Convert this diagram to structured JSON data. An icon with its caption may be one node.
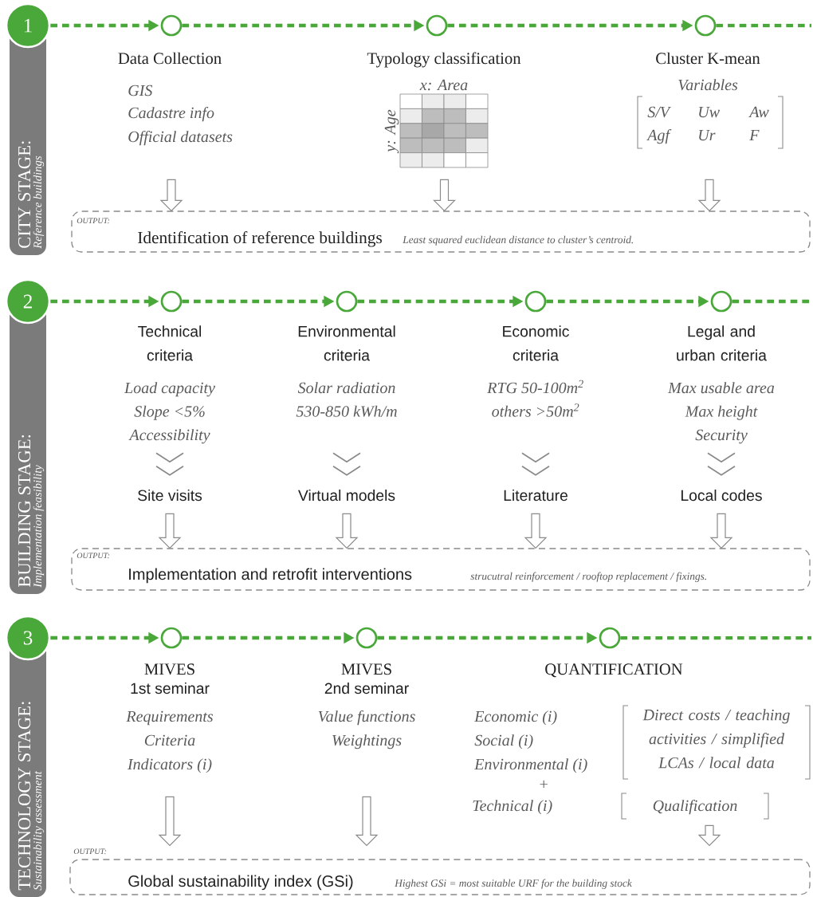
{
  "diagram": {
    "nodes": [
      {
        "text": [
          "1"
        ]
      },
      {
        "text": [
          "CITY STAGE:",
          "Reference buildings"
        ]
      },
      {
        "text": [],
        "shape": "circle"
      },
      {
        "text": [],
        "shape": "circle"
      },
      {
        "text": [],
        "shape": "circle"
      },
      {
        "text": [
          "Data Collection",
          "GIS",
          "Cadastre info",
          "Official datasets"
        ]
      },
      {
        "text": [
          "Typology classification",
          "x: Area",
          "y: Age"
        ]
      },
      {
        "text": [
          "Cluster K-mean",
          "Variables",
          "S/V",
          "Uw",
          "Aw",
          "Agf",
          "Ur",
          "F"
        ]
      },
      {
        "text": [
          "OUTPUT:",
          "Identification of reference buildings",
          "Least squared euclidean distance to cluster’s centroid."
        ]
      },
      {
        "text": [
          "2"
        ]
      },
      {
        "text": [
          "BUILDING STAGE:",
          "Implementation feasibility"
        ]
      },
      {
        "text": [],
        "shape": "circle"
      },
      {
        "text": [],
        "shape": "circle"
      },
      {
        "text": [],
        "shape": "circle"
      },
      {
        "text": [],
        "shape": "circle"
      },
      {
        "text": [
          "Technical criteria",
          "Load capacity",
          "Slope <5%",
          "Accessibility"
        ]
      },
      {
        "text": [
          "Environmental criteria",
          "Solar radiation",
          "530-850 kWh/m"
        ]
      },
      {
        "text": [
          "Economic criteria",
          "RTG 50-100m$^{2}$",
          "others >50m$^{2}$"
        ]
      },
      {
        "text": [
          "Legal and urban criteria",
          "Max usable area",
          "Max height",
          "Security"
        ]
      },
      {
        "text": [
          "Site visits"
        ]
      },
      {
        "text": [
          "Virtual models"
        ]
      },
      {
        "text": [
          "Literature"
        ]
      },
      {
        "text": [
          "Local codes"
        ]
      },
      {
        "text": [
          "OUTPUT:",
          "Implementation and retrofit interventions",
          "strucutral reinforcement / rooftop replacement / fixings."
        ]
      },
      {
        "text": [
          "3"
        ]
      },
      {
        "text": [
          "TECHNOLOGY STAGE:",
          "Sustainability assessment"
        ]
      },
      {
        "text": [],
        "shape": "circle"
      },
      {
        "text": [],
        "shape": "circle"
      },
      {
        "text": [],
        "shape": "circle"
      },
      {
        "text": [
          "MIVES",
          "1st seminar",
          "Requirements",
          "Criteria",
          "Indicators (i)"
        ]
      },
      {
        "text": [
          "MIVES",
          "2nd seminar",
          "Value functions",
          "Weightings"
        ]
      },
      {
        "text": [
          "QUANTIFICATION",
          "Economic (i)",
          "Social (i)",
          "Environmental (i)",
          "+",
          "Technical (i)",
          "Direct costs / teaching activities / simplified LCAs / local data",
          "Qualification"
        ]
      },
      {
        "text": [
          "OUTPUT:",
          "Global sustainability index (GSi)",
          "Highest GSi = most suitable URF for the building stock"
        ]
      }
    ],
    "edges": [
      {
        "from": 0,
        "to": 2,
        "arrow": "to",
        "style": "dashed",
        "color": "#4aa83a"
      },
      {
        "from": 2,
        "to": 3,
        "arrow": "to",
        "style": "dashed",
        "color": "#4aa83a"
      },
      {
        "from": 3,
        "to": 4,
        "arrow": "to",
        "style": "dashed",
        "color": "#4aa83a"
      },
      {
        "from": 4,
        "to": null,
        "arrow": "none",
        "style": "dashed",
        "color": "#4aa83a"
      },
      {
        "from": 5,
        "to": 8,
        "arrow": "to"
      },
      {
        "from": 6,
        "to": 8,
        "arrow": "to"
      },
      {
        "from": 7,
        "to": 8,
        "arrow": "to"
      },
      {
        "from": 9,
        "to": 11,
        "arrow": "to",
        "style": "dashed",
        "color": "#4aa83a"
      },
      {
        "from": 11,
        "to": 12,
        "arrow": "to",
        "style": "dashed",
        "color": "#4aa83a"
      },
      {
        "from": 12,
        "to": 13,
        "arrow": "to",
        "style": "dashed",
        "color": "#4aa83a"
      },
      {
        "from": 13,
        "to": 14,
        "arrow": "to",
        "style": "dashed",
        "color": "#4aa83a"
      },
      {
        "from": 14,
        "to": null,
        "arrow": "none",
        "style": "dashed",
        "color": "#4aa83a"
      },
      {
        "from": 15,
        "to": 19,
        "arrow": "to"
      },
      {
        "from": 16,
        "to": 20,
        "arrow": "to"
      },
      {
        "from": 17,
        "to": 21,
        "arrow": "to"
      },
      {
        "from": 18,
        "to": 22,
        "arrow": "to"
      },
      {
        "from": 19,
        "to": 23,
        "arrow": "to"
      },
      {
        "from": 20,
        "to": 23,
        "arrow": "to"
      },
      {
        "from": 21,
        "to": 23,
        "arrow": "to"
      },
      {
        "from": 22,
        "to": 23,
        "arrow": "to"
      },
      {
        "from": 24,
        "to": 26,
        "arrow": "to",
        "style": "dashed",
        "color": "#4aa83a"
      },
      {
        "from": 26,
        "to": 27,
        "arrow": "to",
        "style": "dashed",
        "color": "#4aa83a"
      },
      {
        "from": 27,
        "to": 28,
        "arrow": "to",
        "style": "dashed",
        "color": "#4aa83a"
      },
      {
        "from": 28,
        "to": null,
        "arrow": "none",
        "style": "dashed",
        "color": "#4aa83a"
      },
      {
        "from": 29,
        "to": 32,
        "arrow": "to"
      },
      {
        "from": 30,
        "to": 32,
        "arrow": "to"
      },
      {
        "from": 31,
        "to": 32,
        "arrow": "to"
      }
    ]
  }
}
